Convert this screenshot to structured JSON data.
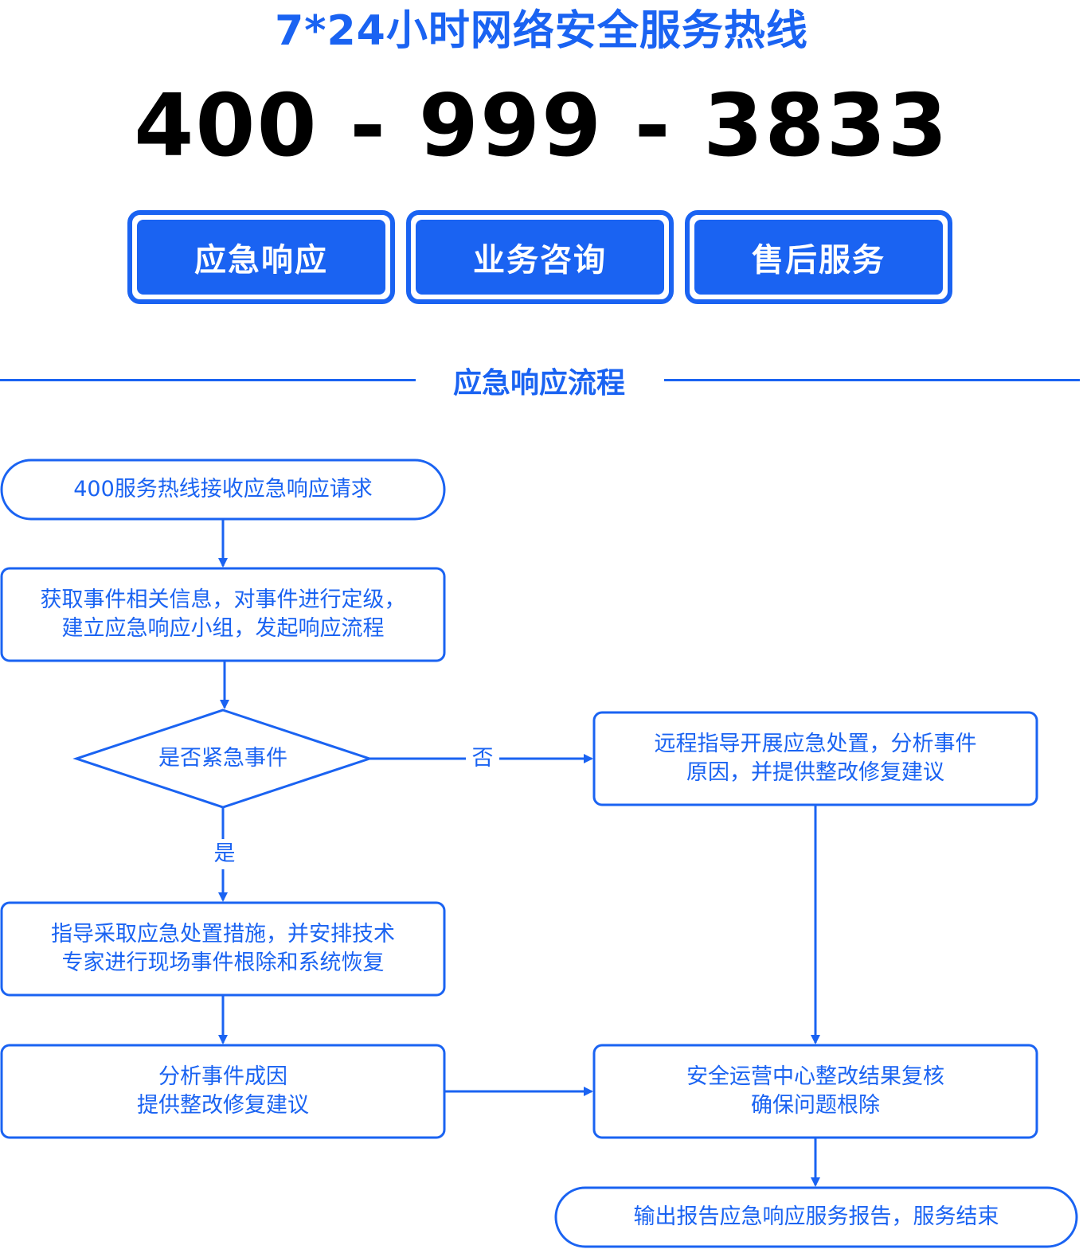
{
  "header": {
    "headline": "7*24小时网络安全服务热线",
    "hotline": "400 - 999 - 3833"
  },
  "services": [
    {
      "label": "应急响应"
    },
    {
      "label": "业务咨询"
    },
    {
      "label": "售后服务"
    }
  ],
  "section": {
    "title": "应急响应流程"
  },
  "flow": {
    "start": "400服务热线接收应急响应请求",
    "step1_line1": "获取事件相关信息，对事件进行定级，",
    "step1_line2": "建立应急响应小组，发起响应流程",
    "decision": "是否紧急事件",
    "yes_label": "是",
    "no_label": "否",
    "remote_line1": "远程指导开展应急处置，分析事件",
    "remote_line2": "原因，并提供整改修复建议",
    "onsite_line1": "指导采取应急处置措施，并安排技术",
    "onsite_line2": "专家进行现场事件根除和系统恢复",
    "analysis_line1": "分析事件成因",
    "analysis_line2": "提供整改修复建议",
    "review_line1": "安全运营中心整改结果复核",
    "review_line2": "确保问题根除",
    "end": "输出报告应急响应服务报告，服务结束"
  },
  "colors": {
    "accent": "#1a63f2",
    "text_dark": "#000000",
    "background": "#ffffff"
  }
}
